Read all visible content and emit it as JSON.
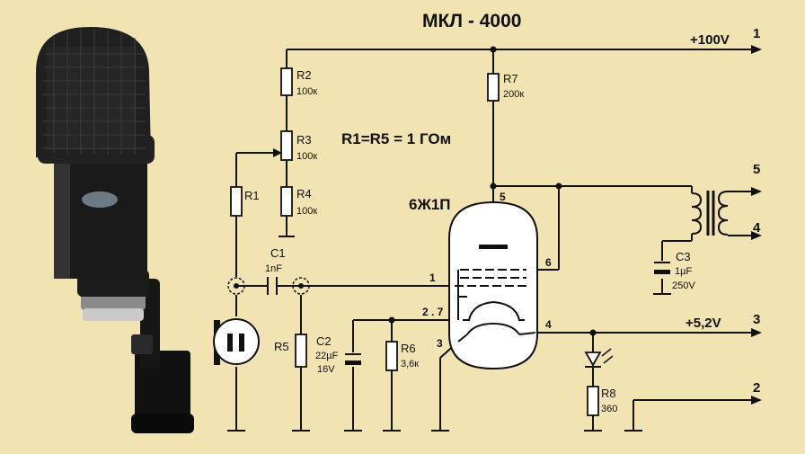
{
  "title": "МКЛ - 4000",
  "note": "R1=R5 = 1 ГОм",
  "tube": {
    "name": "6Ж1П",
    "pins": {
      "p1": "1",
      "p27": "2 . 7",
      "p3": "3",
      "p4": "4",
      "p5": "5",
      "p6": "6"
    }
  },
  "components": {
    "R1": {
      "ref": "R1"
    },
    "R2": {
      "ref": "R2",
      "value": "100к"
    },
    "R3": {
      "ref": "R3",
      "value": "100к"
    },
    "R4": {
      "ref": "R4",
      "value": "100к"
    },
    "R5": {
      "ref": "R5"
    },
    "R6": {
      "ref": "R6",
      "value": "3,6к"
    },
    "R7": {
      "ref": "R7",
      "value": "200к"
    },
    "R8": {
      "ref": "R8",
      "value": "360"
    },
    "C1": {
      "ref": "C1",
      "value": "1nF"
    },
    "C2": {
      "ref": "C2",
      "value": "22µF",
      "voltage": "16V"
    },
    "C3": {
      "ref": "C3",
      "value": "1µF",
      "voltage": "250V"
    }
  },
  "terminals": {
    "t1": {
      "num": "1",
      "label": "+100V"
    },
    "t2": {
      "num": "2"
    },
    "t3": {
      "num": "3",
      "label": "+5,2V"
    },
    "t4": {
      "num": "4"
    },
    "t5": {
      "num": "5"
    }
  },
  "colors": {
    "background": "#f2e3b3",
    "ink": "#111111",
    "mic_body": "#1a1a1a"
  }
}
